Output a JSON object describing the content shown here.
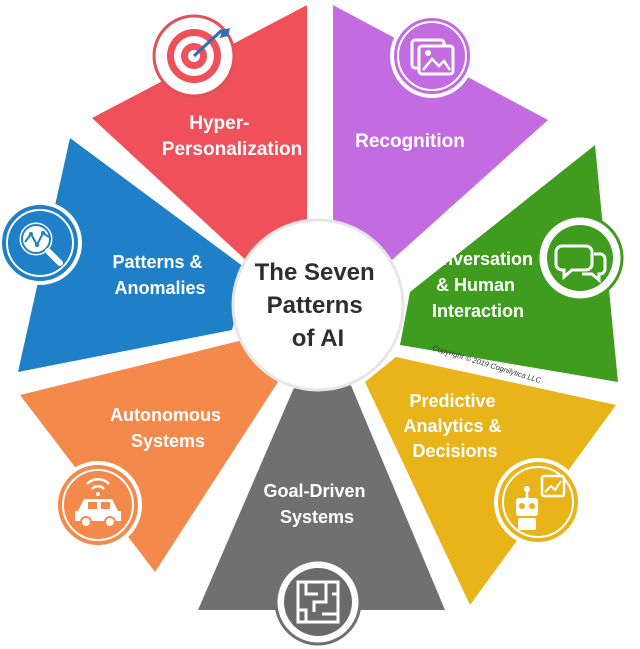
{
  "center": {
    "line1": "The Seven",
    "line2": "Patterns",
    "line3": "of AI"
  },
  "copyright": "Copyright © 2019 Cognilytica LLC",
  "segments": [
    {
      "key": "hyper",
      "label_lines": [
        "Hyper-",
        "Personalization"
      ],
      "color": "#f0505a",
      "icon": "target-icon"
    },
    {
      "key": "recognition",
      "label_lines": [
        "Recognition"
      ],
      "color": "#c36be0",
      "icon": "image-recognition-icon"
    },
    {
      "key": "conversation",
      "label_lines": [
        "Conversation",
        "& Human",
        "Interaction"
      ],
      "color": "#3f9c1e",
      "icon": "chat-bubbles-icon"
    },
    {
      "key": "predictive",
      "label_lines": [
        "Predictive",
        "Analytics &",
        "Decisions"
      ],
      "color": "#e8b41a",
      "icon": "robot-chart-icon"
    },
    {
      "key": "goal",
      "label_lines": [
        "Goal-Driven",
        "Systems"
      ],
      "color": "#707070",
      "icon": "maze-icon"
    },
    {
      "key": "autonomous",
      "label_lines": [
        "Autonomous",
        "Systems"
      ],
      "color": "#f3894a",
      "icon": "autonomous-car-icon"
    },
    {
      "key": "patterns",
      "label_lines": [
        "Patterns &",
        "Anomalies"
      ],
      "color": "#1f80c8",
      "icon": "magnifier-graph-icon"
    }
  ]
}
